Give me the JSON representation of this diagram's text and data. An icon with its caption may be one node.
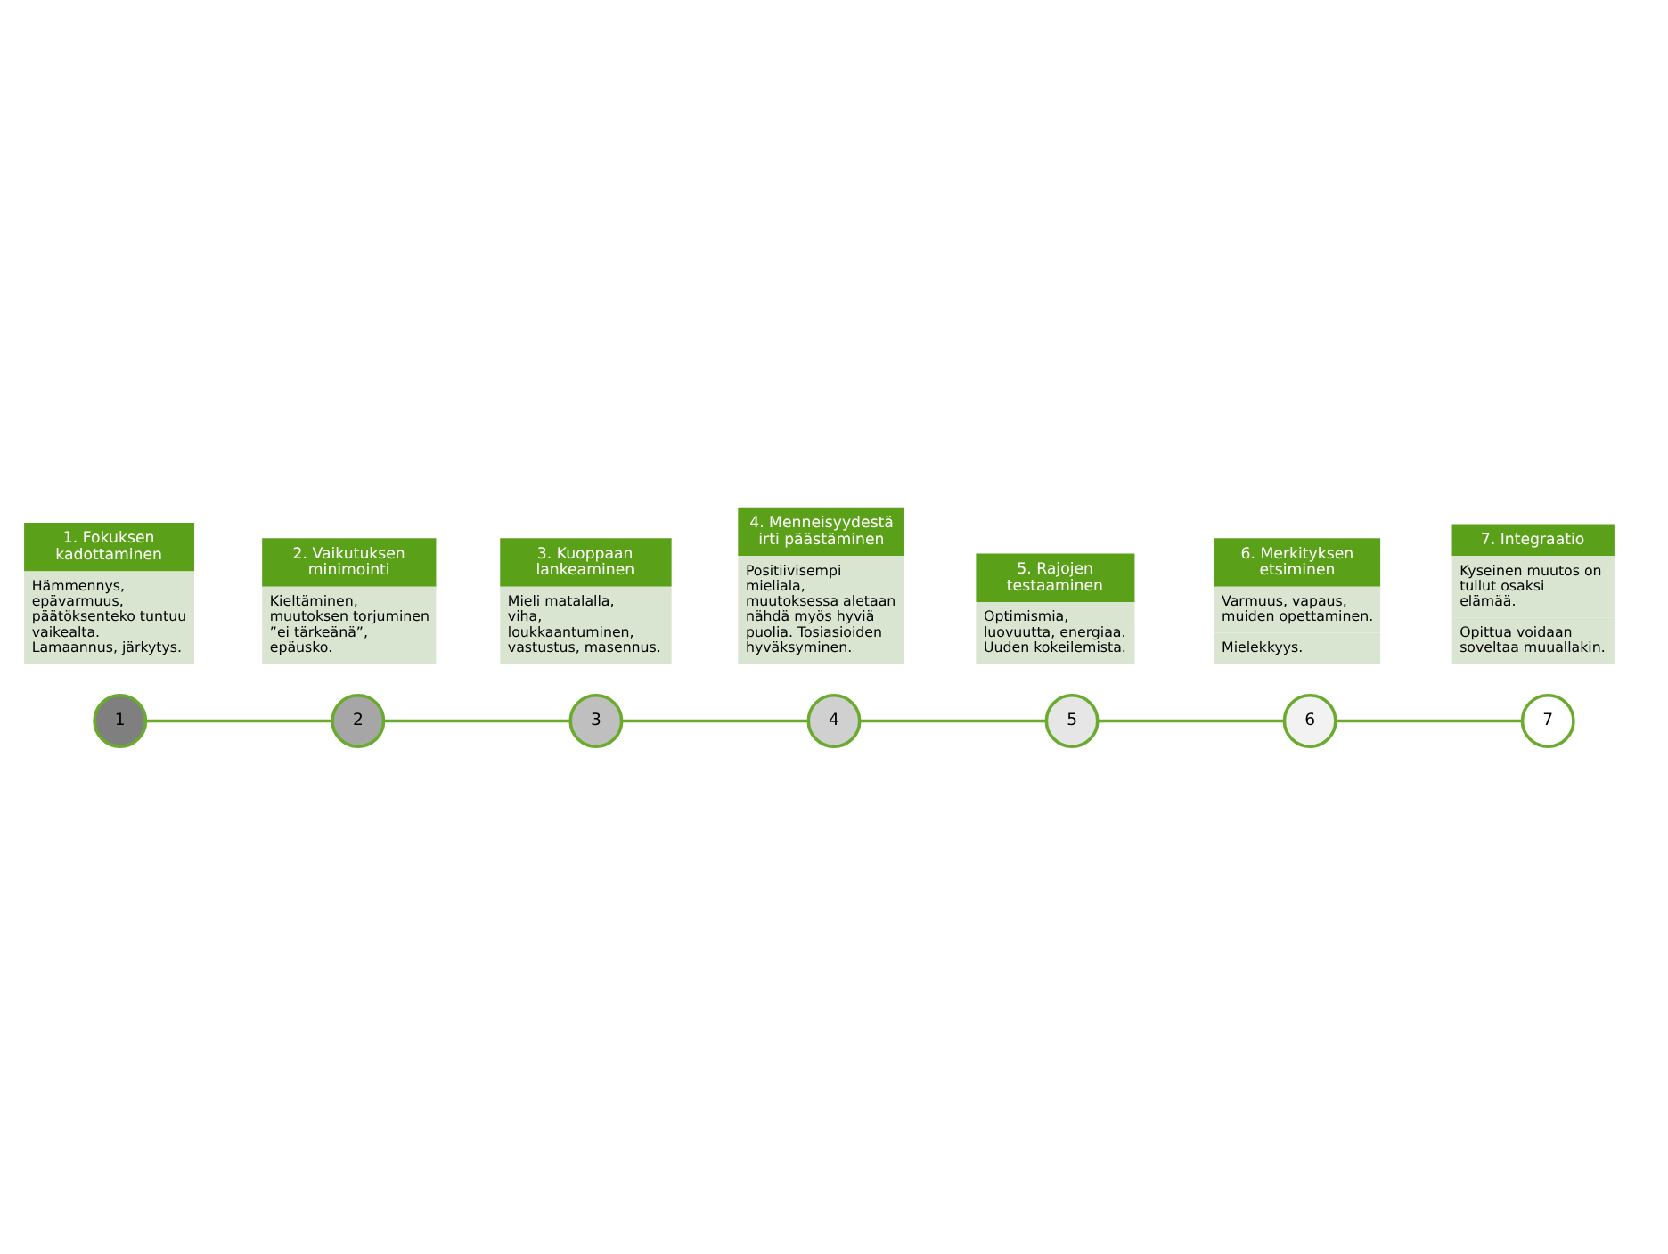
{
  "diagram": {
    "nodes": [
      {
        "text": [
          "1"
        ]
      },
      {
        "text": [
          "2"
        ]
      },
      {
        "text": [
          "3"
        ]
      },
      {
        "text": [
          "4"
        ]
      },
      {
        "text": [
          "5"
        ]
      },
      {
        "text": [
          "6"
        ]
      },
      {
        "text": [
          "7"
        ]
      },
      {
        "text": [
          "1. Fokuksen kadottaminen",
          "Hämmennys, epävarmuus, päätöksenteko tuntuu vaikealta. Lamaannus, järkytys."
        ]
      },
      {
        "text": [
          "2. Vaikutuksen minimointi",
          "Kieltäminen, muutoksen torjuminen ”ei tärkeänä”, epäusko."
        ]
      },
      {
        "text": [
          "3. Kuoppaan lankeaminen",
          "Mieli matalalla, viha, loukkaantuminen, vastustus, masennus."
        ]
      },
      {
        "text": [
          "4. Menneisyydestä irti päästäminen",
          "Positiivisempi mieliala, muutoksessa aletaan nähdä myös hyviä puolia. Tosiasioiden hyväksyminen."
        ]
      },
      {
        "text": [
          "5. Rajojen testaaminen",
          "Optimismia, luovuutta, energiaa. Uuden kokeilemista."
        ]
      },
      {
        "text": [
          "6. Merkityksen etsiminen",
          "Varmuus, vapaus, muiden opettaminen.",
          "Mielekkyys."
        ]
      },
      {
        "text": [
          "7. Integraatio",
          "Kyseinen muutos on tullut osaksi elämää.",
          "Opittua voidaan soveltaa muuallakin."
        ]
      }
    ],
    "edges": [
      {
        "from": 0,
        "to": 1,
        "arrow": "none"
      },
      {
        "from": 1,
        "to": 2,
        "arrow": "none"
      },
      {
        "from": 2,
        "to": 3,
        "arrow": "none"
      },
      {
        "from": 3,
        "to": 4,
        "arrow": "none"
      },
      {
        "from": 4,
        "to": 5,
        "arrow": "none"
      },
      {
        "from": 5,
        "to": 6,
        "arrow": "none"
      }
    ]
  }
}
